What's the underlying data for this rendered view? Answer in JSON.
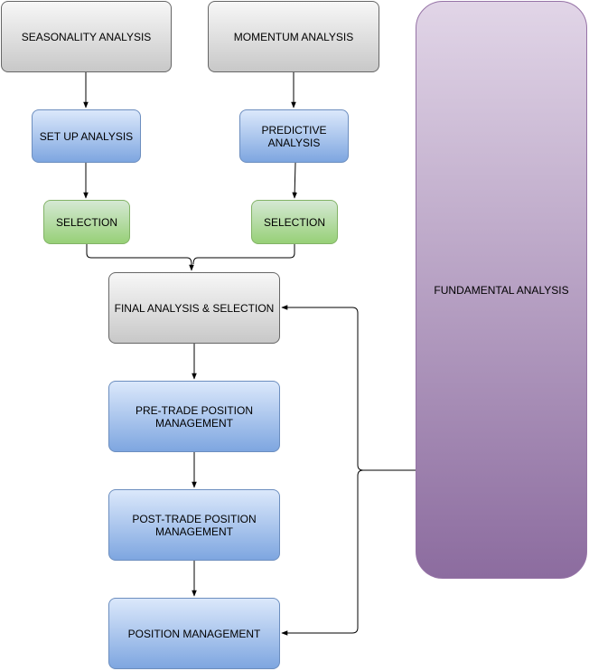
{
  "nodes": {
    "seasonality": "SEASONALITY ANALYSIS",
    "momentum": "MOMENTUM ANALYSIS",
    "setup": "SET UP ANALYSIS",
    "predictive": "PREDICTIVE ANALYSIS",
    "selection_left": "SELECTION",
    "selection_right": "SELECTION",
    "final": "FINAL ANALYSIS & SELECTION",
    "pretrade": "PRE-TRADE POSITION MANAGEMENT",
    "posttrade": "POST-TRADE POSITION MANAGEMENT",
    "position": "POSITION MANAGEMENT",
    "fundamental": "FUNDAMENTAL ANALYSIS"
  },
  "colors": {
    "gray_fill": "#d4d4d4",
    "blue_fill": "#a9c4eb",
    "green_fill": "#b9e0a5",
    "purple_fill": "#b59bc3",
    "connector": "#000000"
  }
}
